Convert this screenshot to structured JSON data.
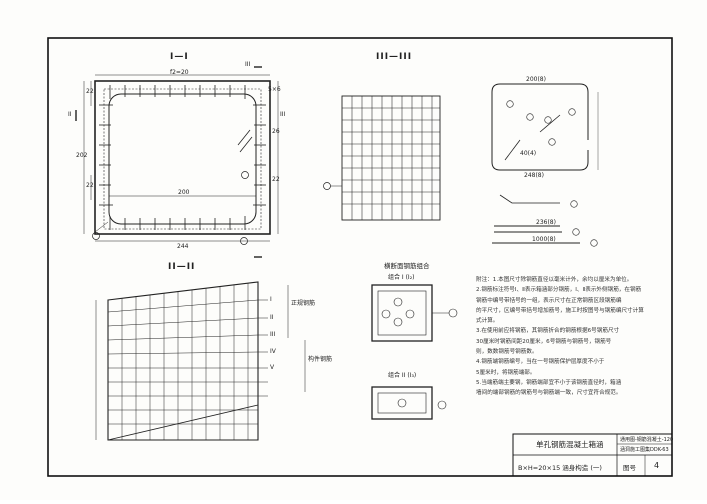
{
  "sections": {
    "s1": "I—I",
    "s2": "II—II",
    "s3": "III—III"
  },
  "plan": {
    "top_dim": "f2=20",
    "bottom_dim": "244",
    "inner_width": "200",
    "left_dim": "202",
    "left_small_1": "22",
    "left_small_2": "22",
    "right_label_1": "26",
    "right_label_2": "22",
    "sec_mark_left": "II",
    "sec_mark_right": "III",
    "top_mark": "III",
    "corner_mark": "5×6"
  },
  "rebar_detail": {
    "title": "横断面钢筋组合",
    "combo_1": "组合 I (I₂)",
    "combo_2": "组合 II (I₃)"
  },
  "bar_shapes": {
    "top_len": "200(8)",
    "mid_len": "40(4)",
    "bottom_len": "248(8)",
    "bar_a": "236(8)",
    "bar_b": "1000(8)"
  },
  "side_labels": {
    "a": "I",
    "b": "II",
    "c": "III",
    "d": "IV",
    "e": "V",
    "region_1": "正规钢筋",
    "region_2": "构件钢筋"
  },
  "notes": {
    "lines": [
      "附注：1.本图尺寸除钢筋直径以毫米计外，余均以厘米为单位。",
      "2.钢筋标注符号Ⅰ、Ⅱ表示箱涵部分钢筋，Ⅰ、Ⅱ表示外侧钢筋，在钢筋",
      "钢筋中编号带括号的一组，表示尺寸在正常钢筋区段钢筋编",
      "的平尺寸，区编号带括号增加筋号，施工时按图号与钢筋编尺寸计算",
      "式计算。",
      "3.在使用前应将钢筋，其钢筋折合的钢筋根据6号钢筋尺寸",
      "30厘米时钢筋间距20厘米，6号钢筋与钢筋号，钢筋号",
      "则，数数钢筋号钢筋数。",
      "4.钢筋端钢筋编号，当在一号钢筋保护层厚度不小于",
      "5厘米时，将钢筋端部。",
      "5.当端筋端主要钢，钢筋端部宜不小于该钢筋直径时，箱涵",
      "墙间的端部钢筋的钢筋号与钢筋端一致，尺寸宜符合规范。"
    ]
  },
  "title_block": {
    "name": "单孔钢筋混凝土箱涵",
    "spec": "B×H=20×15  涵身构造 (一)",
    "series_1": "通用图-钢筋混凝土-120",
    "series_2": "涵洞施工图集DDK-63",
    "drawing_no_label": "图号",
    "drawing_no": "4"
  }
}
